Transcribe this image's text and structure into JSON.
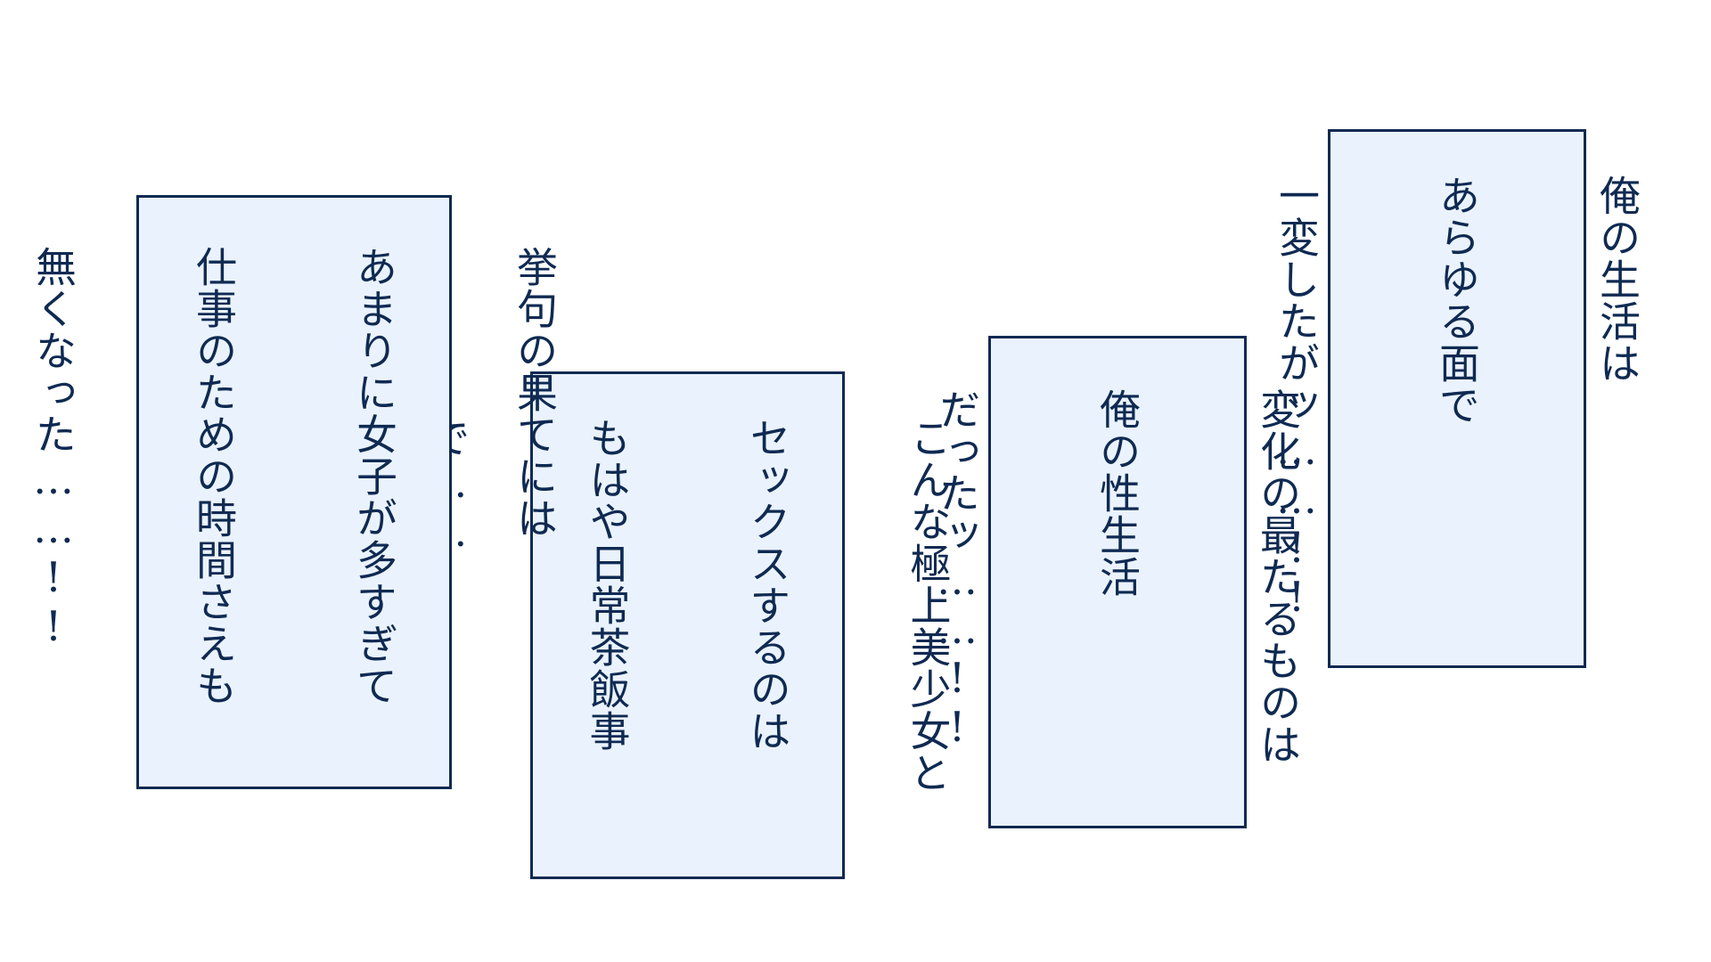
{
  "captions": [
    {
      "lines": [
        "俺の生活は",
        "あらゆる面で",
        "一変したがッ……!!"
      ],
      "colors": {
        "background": "#eaf3fd",
        "border": "#0f2a52",
        "text": "#0f2a52"
      }
    },
    {
      "lines": [
        "変化の最たるものは",
        "俺の性生活",
        "だったッ……!!"
      ],
      "colors": {
        "background": "#eaf3fd",
        "border": "#0f2a52",
        "text": "#0f2a52"
      }
    },
    {
      "lines": [
        "こんな極上美少女と",
        "セックスするのは",
        "もはや日常茶飯事",
        "で……!!"
      ],
      "colors": {
        "background": "#eaf3fd",
        "border": "#0f2a52",
        "text": "#0f2a52"
      }
    },
    {
      "lines": [
        "挙句の果てには",
        "あまりに女子が多すぎて",
        "仕事のための時間さえも",
        "無くなった……!!"
      ],
      "colors": {
        "background": "#eaf3fd",
        "border": "#0f2a52",
        "text": "#0f2a52"
      }
    }
  ]
}
